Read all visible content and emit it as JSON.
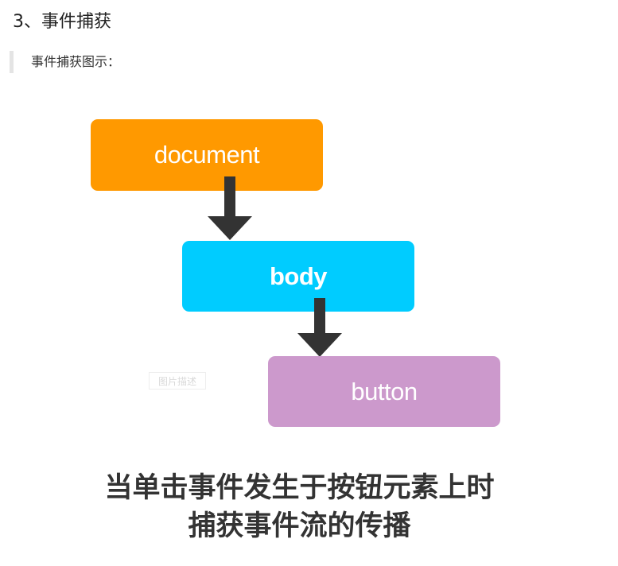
{
  "heading": "3、事件捕获",
  "quote": "事件捕获图示：",
  "figure": {
    "boxes": {
      "document": "document",
      "body": "body",
      "button": "button"
    },
    "alt_text": "图片描述",
    "caption_line1": "当单击事件发生于按钮元素上时",
    "caption_line2": "捕获事件流的传播",
    "colors": {
      "document_box": "#ff9900",
      "body_box": "#00ccff",
      "button_box": "#cc99cc",
      "arrow": "#333333"
    }
  }
}
